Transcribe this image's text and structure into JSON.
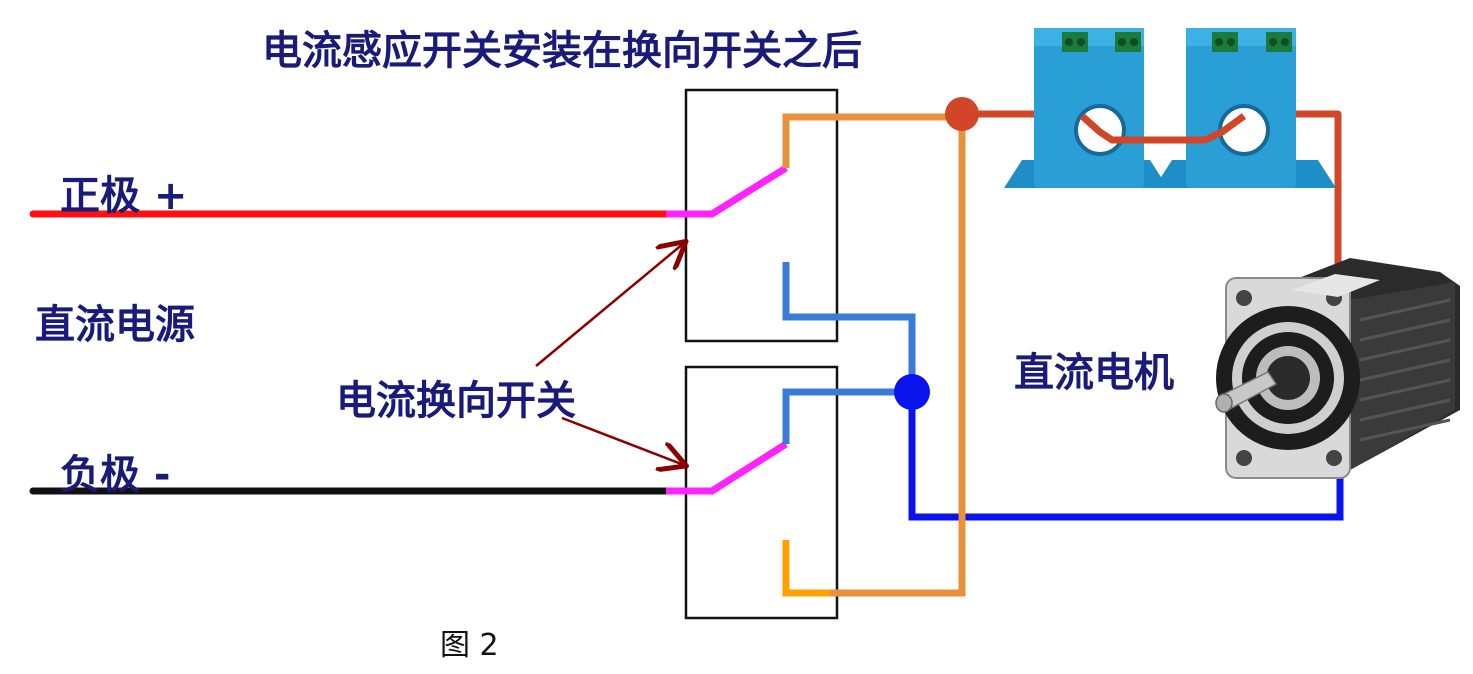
{
  "title": "电流感应开关安装在换向开关之后",
  "labels": {
    "positive": "正极 +",
    "dc_source": "直流电源",
    "switch": "电流换向开关",
    "negative": "负极 -",
    "motor": "直流电机",
    "figure": "图 2"
  },
  "colors": {
    "positive_wire": "#ff1010",
    "negative_wire": "#111111",
    "switch_blade": "#ff22ff",
    "orange_wire": "#e8913a",
    "orange_bright": "#ffa000",
    "light_blue_wire": "#3a7ad8",
    "blue_wire": "#0a12ee",
    "red_sense_wire": "#d24628",
    "sensor_body": "#2a9fd6",
    "label_text": "#1a1a7a",
    "arrow": "#8b0000"
  },
  "icons": {
    "current_sensor": "current-sensor-icon",
    "motor": "servo-motor-icon"
  }
}
